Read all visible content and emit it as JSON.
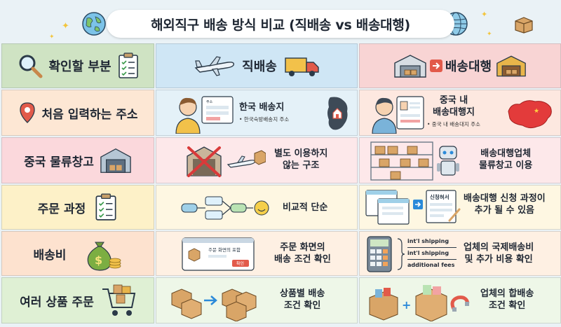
{
  "title": "해외직구 배송 방식 비교 (직배송 vs 배송대행)",
  "header": {
    "col1": "확인할 부분",
    "col2": "직배송",
    "col3": "배송대행"
  },
  "rows": [
    {
      "label": "처음 입력하는 주소",
      "direct": {
        "main": "한국 배송지",
        "sub": "• 한국숙방배송지 주소",
        "form_label": "주소"
      },
      "proxy": {
        "main": "중국 내\n배송대행지",
        "sub": "• 중국 내 배송대지 주소"
      }
    },
    {
      "label": "중국 물류창고",
      "direct": {
        "main": "별도 이용하지\n않는 구조"
      },
      "proxy": {
        "main": "배송대행업체\n물류창고 이용"
      }
    },
    {
      "label": "주문 과정",
      "direct": {
        "main": "비교적 단순"
      },
      "proxy": {
        "main": "배송대행 신청 과정이\n추가 될 수 있음",
        "form_label": "신청혀서"
      }
    },
    {
      "label": "배송비",
      "direct": {
        "main": "주문 화면의\n배송 조건 확인",
        "window_title": "주문 화면의 포함",
        "window_button": "확인"
      },
      "proxy": {
        "main": "업체의 국제배송비\n및 추가 비용 확인",
        "fees": [
          "int'l shipping",
          "int'l shipping",
          "additional fees"
        ]
      }
    },
    {
      "label": "여러 상품 주문",
      "direct": {
        "main": "상품별 배송\n조건 확인"
      },
      "proxy": {
        "main": "업체의 합배송\n조건 확인"
      }
    }
  ],
  "colors": {
    "hdr_col1": "#cfe3c3",
    "hdr_col2": "#cfe6f5",
    "hdr_col3": "#f8d4d4",
    "row_address": "#fde7d4",
    "row_address_c2": "#e4f1f8",
    "row_address_c3": "#fde8e0",
    "row_warehouse": "#fbd8dc",
    "row_warehouse_c23": "#fde8ea",
    "row_order": "#fdf1c8",
    "row_order_c23": "#fef7e2",
    "row_fee": "#fde2cf",
    "row_fee_c23": "#fef0e3",
    "row_multi": "#dff0d4",
    "row_multi_c23": "#eef7e8"
  },
  "icons": {
    "header_col1": "magnifier-checklist-icon",
    "header_col2": "airplane-truck-icon",
    "header_col3": "warehouse-arrow-icon"
  }
}
